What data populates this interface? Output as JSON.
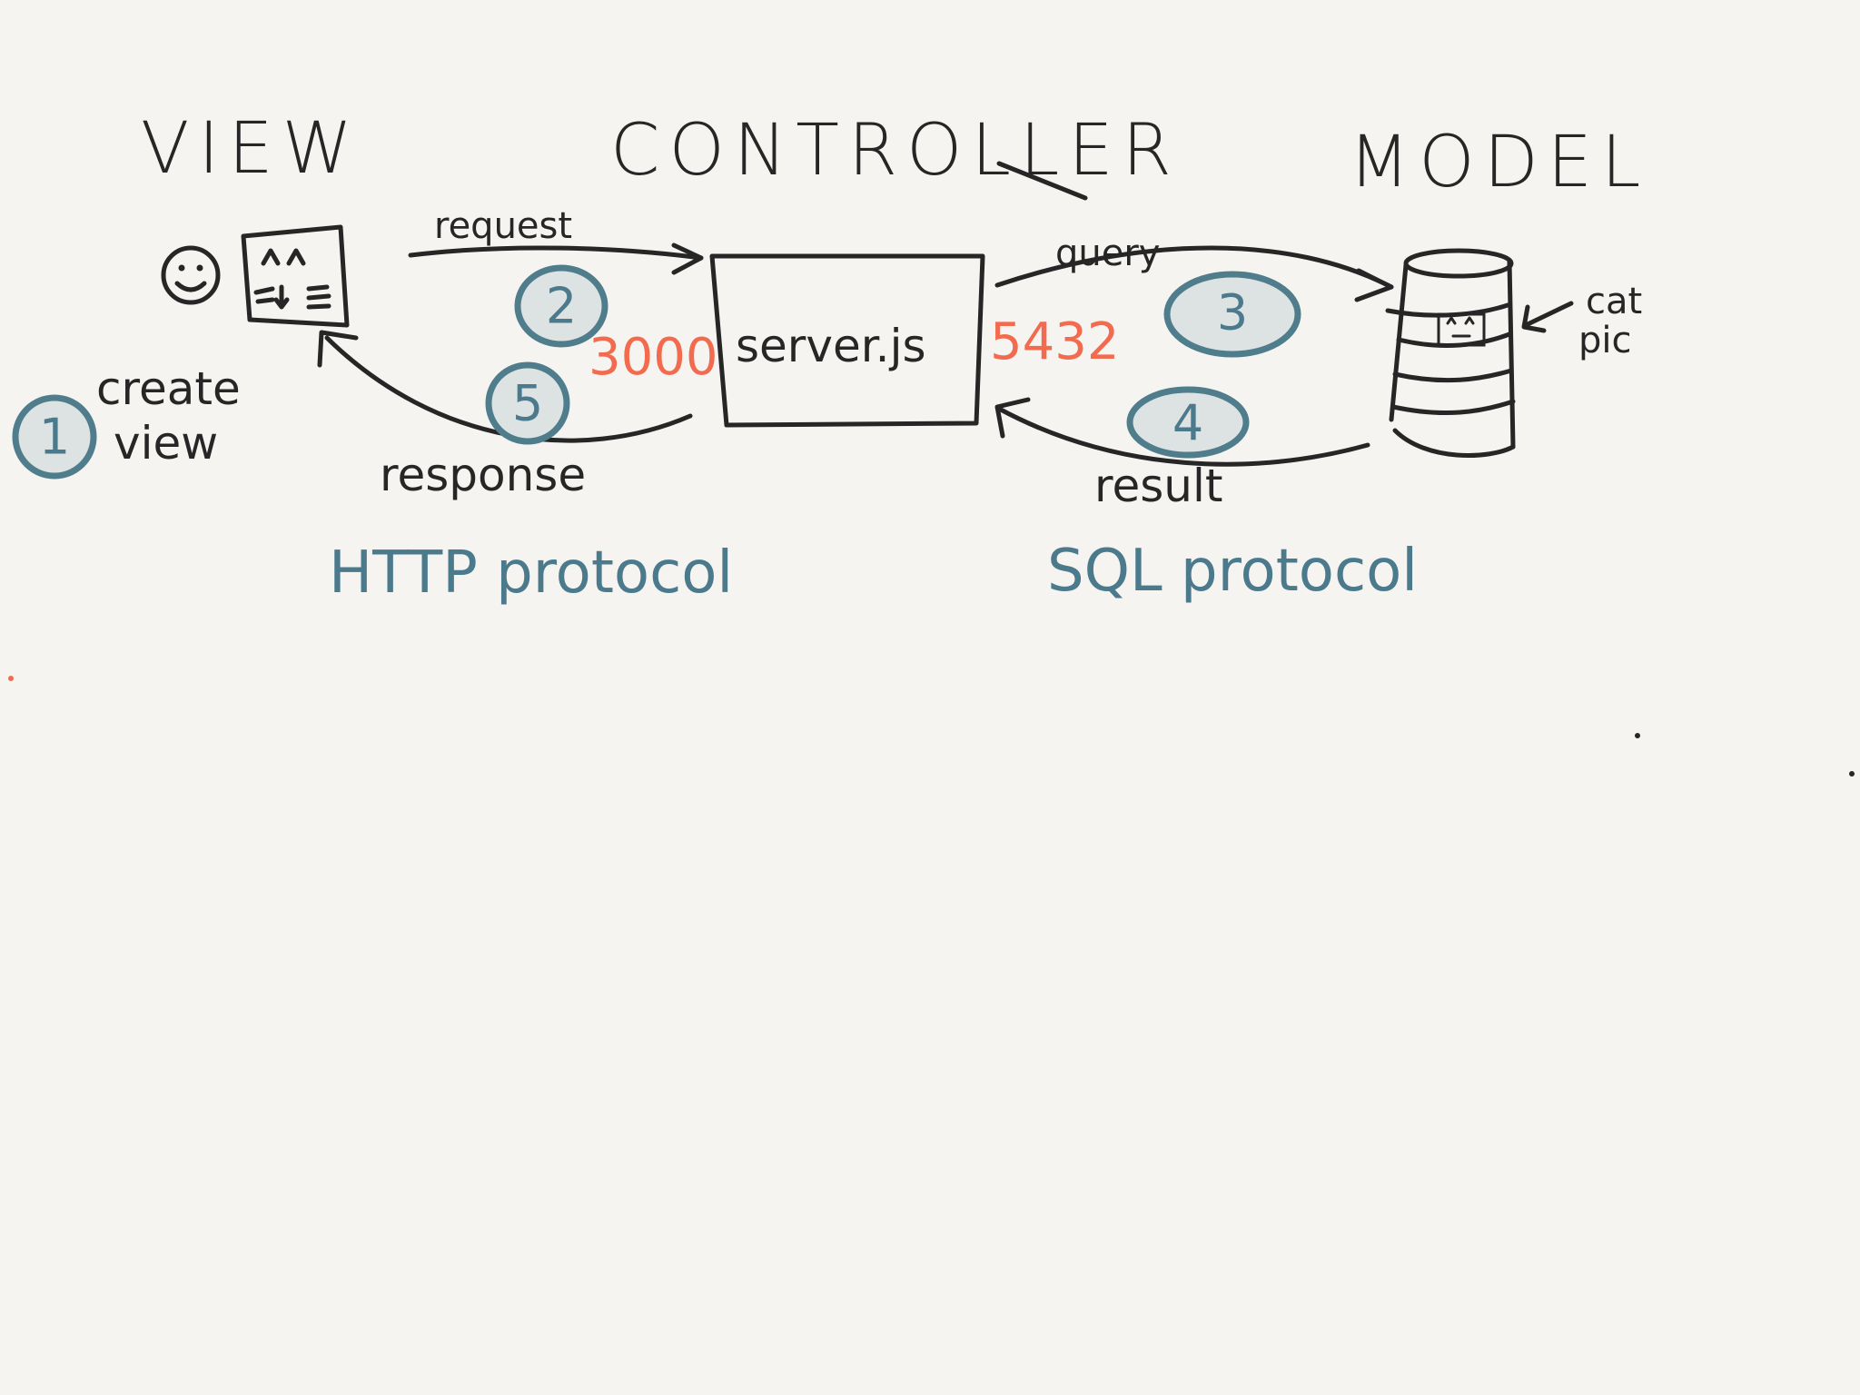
{
  "layers": {
    "view": "VIEW",
    "controller": "CONTROLLER",
    "model": "MODEL"
  },
  "steps": {
    "one": "1",
    "two": "2",
    "three": "3",
    "four": "4",
    "five": "5"
  },
  "labels": {
    "create": "create",
    "view_word": "view",
    "request": "request",
    "response": "response",
    "query": "query",
    "result": "result",
    "server": "server.js",
    "cat": "cat",
    "pic": "pic"
  },
  "ports": {
    "http": "3000",
    "sql": "5432"
  },
  "protocols": {
    "http": "HTTP protocol",
    "sql": "SQL protocol"
  },
  "colors": {
    "ink": "#262626",
    "port": "#f26b4f",
    "protocol": "#4b7a8c",
    "badge_fill": "#dde2e3",
    "badge_stroke": "#4f7d8c",
    "background": "#f5f4f1"
  }
}
